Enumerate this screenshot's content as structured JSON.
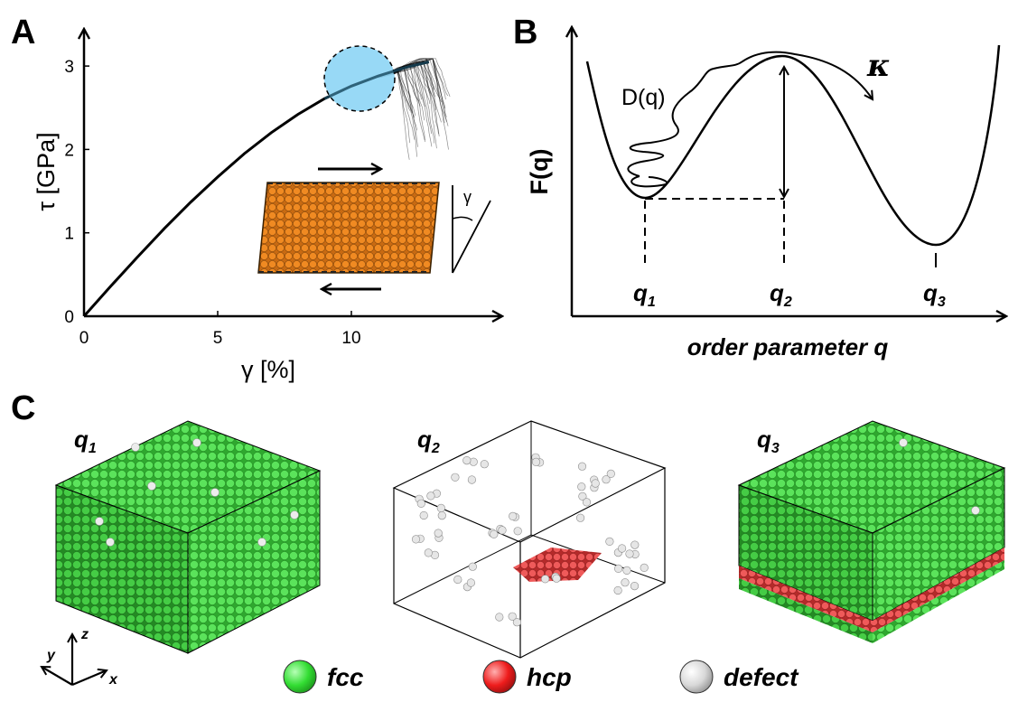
{
  "panels": {
    "A": {
      "letter": "A",
      "chart_data": {
        "type": "line",
        "xlabel": "γ [%]",
        "ylabel": "τ [GPa]",
        "xlim": [
          0,
          15.5
        ],
        "ylim": [
          0,
          3.3
        ],
        "xticks": [
          0,
          5,
          10
        ],
        "yticks": [
          0,
          1,
          2,
          3
        ],
        "series": [
          {
            "x": [
              0,
              1,
              2,
              3,
              4,
              5,
              6,
              7,
              8,
              9,
              10,
              11,
              12,
              12.5,
              12.9
            ],
            "y": [
              0,
              0.36,
              0.71,
              1.05,
              1.37,
              1.67,
              1.95,
              2.2,
              2.42,
              2.61,
              2.76,
              2.88,
              2.98,
              3.02,
              3.05
            ]
          }
        ]
      },
      "inset_strain_label": "γ"
    },
    "B": {
      "letter": "B",
      "xlabel": "order parameter q",
      "ylabel": "F(q)",
      "diffusion_label": "D(q)",
      "rate_label": "κ",
      "q_labels": [
        {
          "main": "q",
          "sub": "1"
        },
        {
          "main": "q",
          "sub": "2"
        },
        {
          "main": "q",
          "sub": "3"
        }
      ]
    },
    "C": {
      "letter": "C",
      "boxes": [
        {
          "main": "q",
          "sub": "1"
        },
        {
          "main": "q",
          "sub": "2"
        },
        {
          "main": "q",
          "sub": "3"
        }
      ],
      "axes_labels": {
        "x": "x",
        "y": "y",
        "z": "z"
      },
      "legend": [
        {
          "label": "fcc",
          "color": "#3ee03e"
        },
        {
          "label": "hcp",
          "color": "#ee1c1c"
        },
        {
          "label": "defect",
          "color": "#d8d8d8"
        }
      ]
    }
  },
  "colors": {
    "highlight": "#8fd6f5",
    "crystal_orange": "#e8801c",
    "fcc": "#4fdc4f",
    "hcp": "#e84a4a",
    "defect": "#d6d6d6"
  }
}
